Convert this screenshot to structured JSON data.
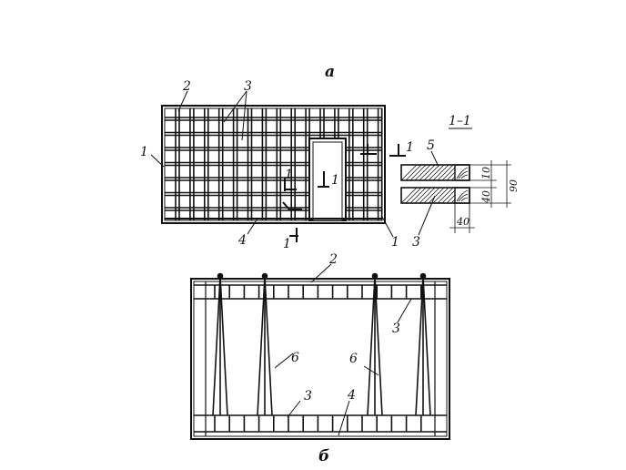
{
  "diagram": {
    "panel_a": {
      "caption": "а",
      "callouts": {
        "c1_left": "1",
        "c2": "2",
        "c3": "3",
        "c4": "4",
        "c1_bottom": "1",
        "cut_a": "1",
        "cut_b": "1",
        "cut_c": "1",
        "cut_d": "1"
      }
    },
    "section": {
      "title": "1–1",
      "callout_5": "5",
      "callout_3": "3",
      "dim_10": "10",
      "dim_40_v": "40",
      "dim_90": "90",
      "dim_40_h": "40"
    },
    "panel_b": {
      "caption": "б",
      "callouts": {
        "c2": "2",
        "c3_right": "3",
        "c6_left": "6",
        "c6_right": "6",
        "c3_bottom": "3",
        "c4": "4"
      }
    }
  }
}
